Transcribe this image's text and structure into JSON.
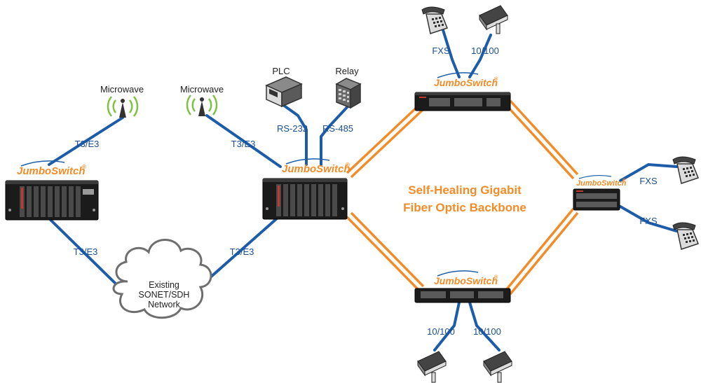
{
  "backbone_label": [
    "Self-Healing Gigabit",
    "Fiber Optic Backbone"
  ],
  "brand_name": "JumboSwitch",
  "brand_mark": "®",
  "cloud_label": [
    "Existing",
    "SONET/SDH",
    "Network"
  ],
  "microwave_labels": [
    "Microwave",
    "Microwave"
  ],
  "t3e3_labels": [
    "T3/E3",
    "T3/E3",
    "T3/E3",
    "T3/E3"
  ],
  "plc_label": "PLC",
  "relay_label": "Relay",
  "rs232_label": "RS-232",
  "rs485_label": "RS-485",
  "fxs_labels": [
    "FXS",
    "FXS",
    "FXS"
  ],
  "ethernet_labels": [
    "10/100",
    "10/100",
    "10/100"
  ],
  "colors": {
    "link_blue": "#1c5ca8",
    "fiber_orange": "#f28c28",
    "device_dark": "#1b1b1b",
    "icon_grey": "#5a5a5a",
    "microwave_green": "#7dc242"
  },
  "icons": [
    "microwave-tower-icon",
    "plc-icon",
    "relay-icon",
    "telephone-icon",
    "camera-icon",
    "cloud-icon",
    "jumboswitch-chassis"
  ]
}
